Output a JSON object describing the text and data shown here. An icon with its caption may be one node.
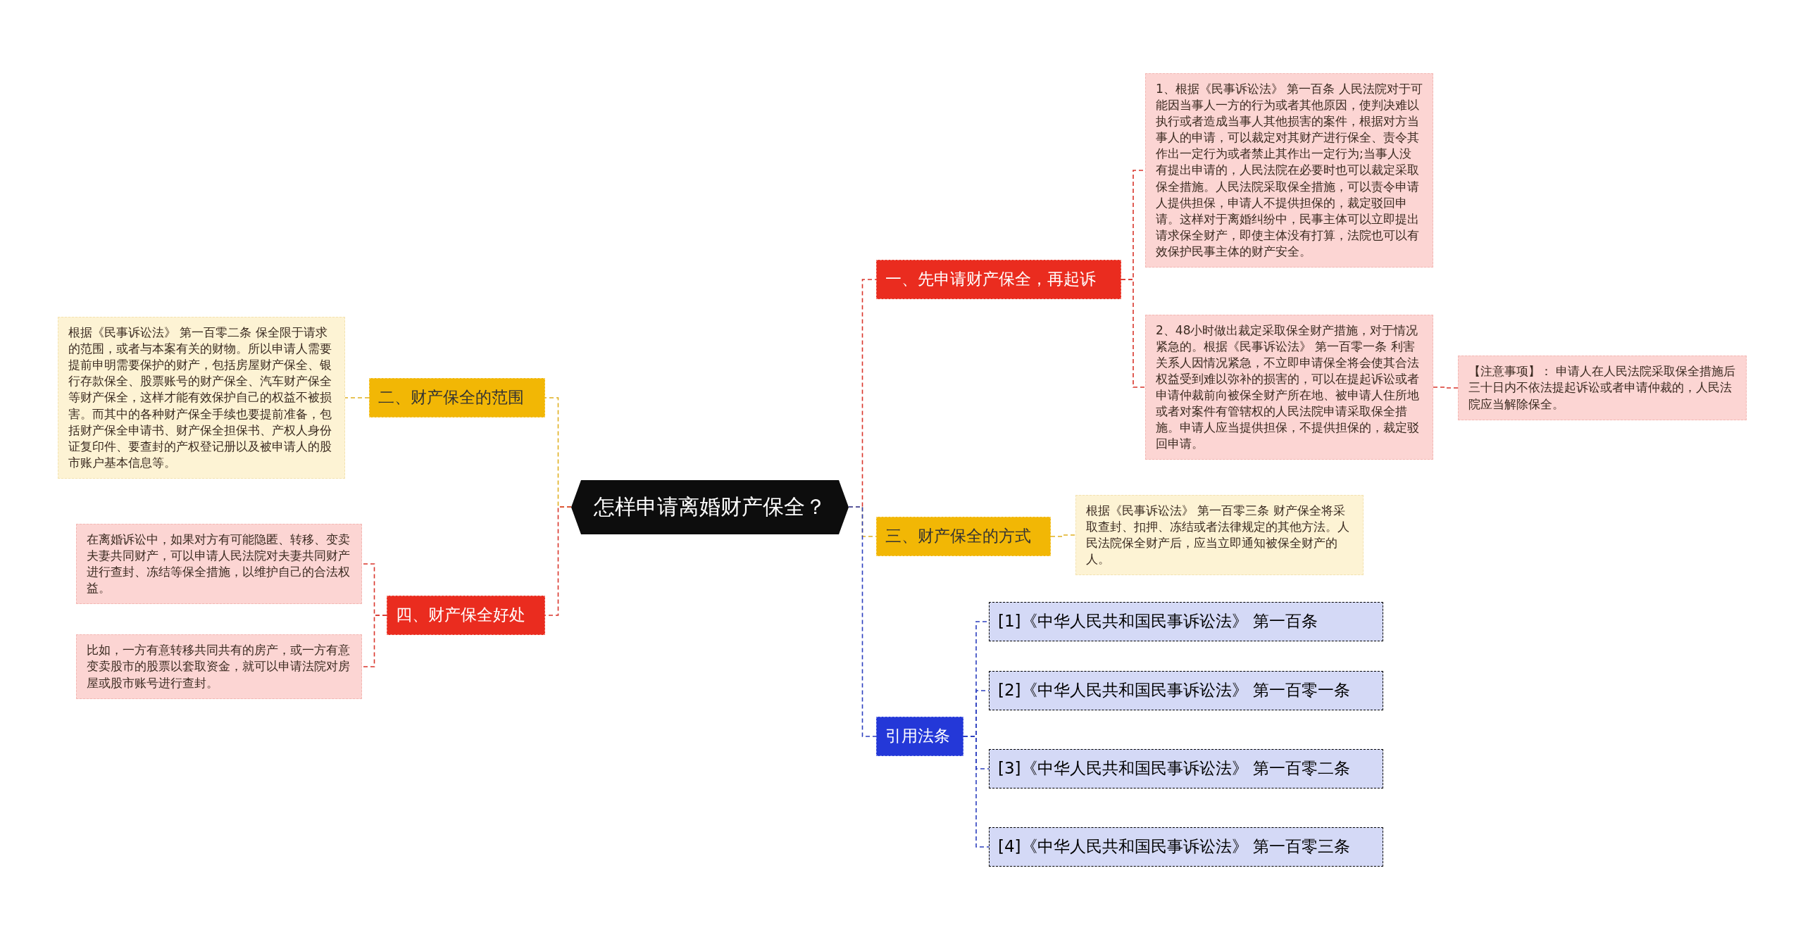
{
  "diagram": {
    "nodes": [
      {
        "text": [
          "怎样申请离婚财产保全？"
        ]
      },
      {
        "text": [
          "一、先申请财产保全，再起诉"
        ]
      },
      {
        "text": [
          "1、根据《民事诉讼法》 第一百条 人民法院对于可能因当事人一方的行为或者其他原因，使判决难以执行或者造成当事人其他损害的案件，根据对方当事人的申请，可以裁定对其财产进行保全、责令其作出一定行为或者禁止其作出一定行为;当事人没有提出申请的，人民法院在必要时也可以裁定采取保全措施。人民法院采取保全措施，可以责令申请人提供担保，申请人不提供担保的，裁定驳回申请。这样对于离婚纠纷中，民事主体可以立即提出请求保全财产，即使主体没有打算，法院也可以有效保护民事主体的财产安全。"
        ]
      },
      {
        "text": [
          "2、48小时做出裁定采取保全财产措施，对于情况紧急的。根据《民事诉讼法》 第一百零一条 利害关系人因情况紧急，不立即申请保全将会使其合法权益受到难以弥补的损害的，可以在提起诉讼或者申请仲裁前向被保全财产所在地、被申请人住所地或者对案件有管辖权的人民法院申请采取保全措施。申请人应当提供担保，不提供担保的，裁定驳回申请。"
        ]
      },
      {
        "text": [
          "【注意事项】： 申请人在人民法院采取保全措施后三十日内不依法提起诉讼或者申请仲裁的，人民法院应当解除保全。"
        ]
      },
      {
        "text": [
          "三、财产保全的方式"
        ]
      },
      {
        "text": [
          "根据《民事诉讼法》 第一百零三条 财产保全将采取查封、扣押、冻结或者法律规定的其他方法。人民法院保全财产后，应当立即通知被保全财产的人。"
        ]
      },
      {
        "text": [
          "引用法条"
        ]
      },
      {
        "text": [
          "[1]《中华人民共和国民事诉讼法》 第一百条"
        ]
      },
      {
        "text": [
          "[2]《中华人民共和国民事诉讼法》 第一百零一条"
        ]
      },
      {
        "text": [
          "[3]《中华人民共和国民事诉讼法》 第一百零二条"
        ]
      },
      {
        "text": [
          "[4]《中华人民共和国民事诉讼法》 第一百零三条"
        ]
      },
      {
        "text": [
          "二、财产保全的范围"
        ]
      },
      {
        "text": [
          "根据《民事诉讼法》 第一百零二条 保全限于请求的范围，或者与本案有关的财物。所以申请人需要提前申明需要保护的财产，包括房屋财产保全、银行存款保全、股票账号的财产保全、汽车财产保全等财产保全，这样才能有效保护自己的权益不被损害。而其中的各种财产保全手续也要提前准备，包括财产保全申请书、财产保全担保书、产权人身份证复印件、要查封的产权登记册以及被申请人的股市账户基本信息等。"
        ]
      },
      {
        "text": [
          "四、财产保全好处"
        ]
      },
      {
        "text": [
          "在离婚诉讼中，如果对方有可能隐匿、转移、变卖夫妻共同财产，可以申请人民法院对夫妻共同财产进行查封、冻结等保全措施，以维护自己的合法权益。"
        ]
      },
      {
        "text": [
          "比如，一方有意转移共同共有的房产，或一方有意变卖股市的股票以套取资金，就可以申请法院对房屋或股市账号进行查封。"
        ]
      }
    ],
    "edges": [
      {
        "from": 0,
        "to": 1,
        "arrow": "none",
        "style": "dashed"
      },
      {
        "from": 1,
        "to": 2,
        "arrow": "none",
        "style": "dashed"
      },
      {
        "from": 1,
        "to": 3,
        "arrow": "none",
        "style": "dashed"
      },
      {
        "from": 3,
        "to": 4,
        "arrow": "none",
        "style": "dashed"
      },
      {
        "from": 0,
        "to": 5,
        "arrow": "none",
        "style": "dashed",
        "color": "#e0b020"
      },
      {
        "from": 5,
        "to": 6,
        "arrow": "none",
        "style": "dashed",
        "color": "#e0b020"
      },
      {
        "from": 0,
        "to": 7,
        "arrow": "none",
        "style": "dashed",
        "color": "#2c3fbf"
      },
      {
        "from": 7,
        "to": 8,
        "arrow": "none",
        "style": "dashed",
        "color": "#2c3fbf"
      },
      {
        "from": 7,
        "to": 9,
        "arrow": "none",
        "style": "dashed",
        "color": "#2c3fbf"
      },
      {
        "from": 7,
        "to": 10,
        "arrow": "none",
        "style": "dashed",
        "color": "#2c3fbf"
      },
      {
        "from": 7,
        "to": 11,
        "arrow": "none",
        "style": "dashed",
        "color": "#2c3fbf"
      },
      {
        "from": 0,
        "to": 12,
        "arrow": "none",
        "style": "dashed",
        "color": "#e0b020"
      },
      {
        "from": 12,
        "to": 13,
        "arrow": "none",
        "style": "dashed",
        "color": "#e0b020"
      },
      {
        "from": 0,
        "to": 14,
        "arrow": "none",
        "style": "dashed"
      },
      {
        "from": 14,
        "to": 15,
        "arrow": "none",
        "style": "dashed"
      },
      {
        "from": 14,
        "to": 16,
        "arrow": "none",
        "style": "dashed"
      }
    ]
  }
}
